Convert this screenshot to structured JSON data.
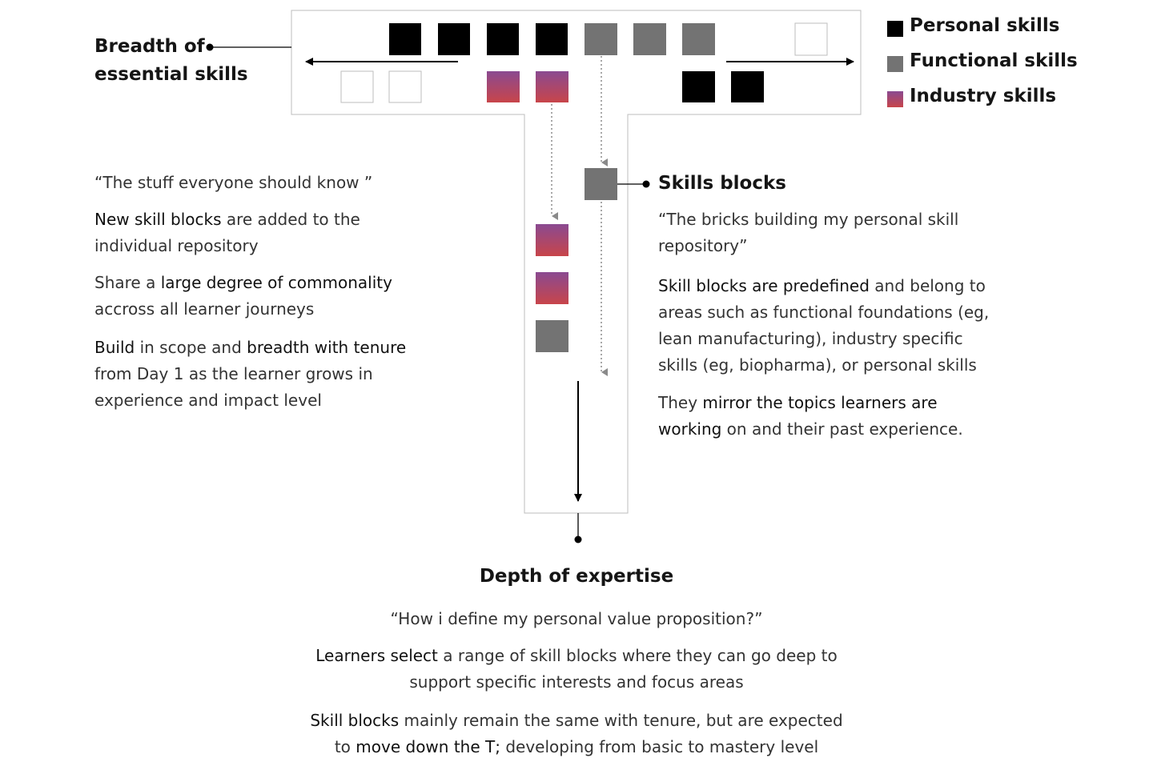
{
  "colors": {
    "personal": "#000000",
    "functional": "#737373",
    "industry_top": "#8a4a91",
    "industry_bottom": "#c8454a",
    "outline": "#bdbdbd",
    "arrow": "#000000",
    "dotted": "#8a8a8a"
  },
  "legend": {
    "items": [
      {
        "label": "Personal skills",
        "kind": "personal"
      },
      {
        "label": "Functional skills",
        "kind": "functional"
      },
      {
        "label": "Industry skills",
        "kind": "industry"
      }
    ]
  },
  "breadth": {
    "heading_line1": "Breadth of",
    "heading_line2": "essential skills"
  },
  "left_text": {
    "quote": "“The stuff everyone should know ”",
    "p1_a": "New skill blocks",
    "p1_b": " are added to the",
    "p1_c": "individual repository",
    "p2_a": "Share a ",
    "p2_b": "large degree of commonality",
    "p2_c": "accross all learner journeys",
    "p3_a": "Build",
    "p3_b": " in scope and ",
    "p3_c": "breadth with tenure",
    "p3_d": "from Day 1 as the learner grows in",
    "p3_e": "experience and impact level"
  },
  "skills_blocks": {
    "heading": "Skills blocks",
    "quote_line1": "“The bricks building my personal skill",
    "quote_line2": "repository”",
    "p1_a": "Skill blocks are predefined",
    "p1_b": " and belong to",
    "p1_c": "areas such as functional foundations (eg,",
    "p1_d": "lean manufacturing), industry specific",
    "p1_e": "skills (eg, biopharma), or personal skills",
    "p2_a": "They ",
    "p2_b": "mirror the topics learners are",
    "p2_c": "working",
    "p2_d": " on and their past experience."
  },
  "depth": {
    "heading": "Depth of expertise",
    "quote": "“How i define my personal value proposition?”",
    "p1_a": "Learners select",
    "p1_b": " a range of skill blocks where they can go deep to",
    "p1_c": "support specific interests and focus areas",
    "p2_a": "Skill blocks",
    "p2_b": " mainly remain the same with tenure, but are expected",
    "p2_c": "to ",
    "p2_d": "move down the T;",
    "p2_e": " developing from basic to mastery level"
  }
}
